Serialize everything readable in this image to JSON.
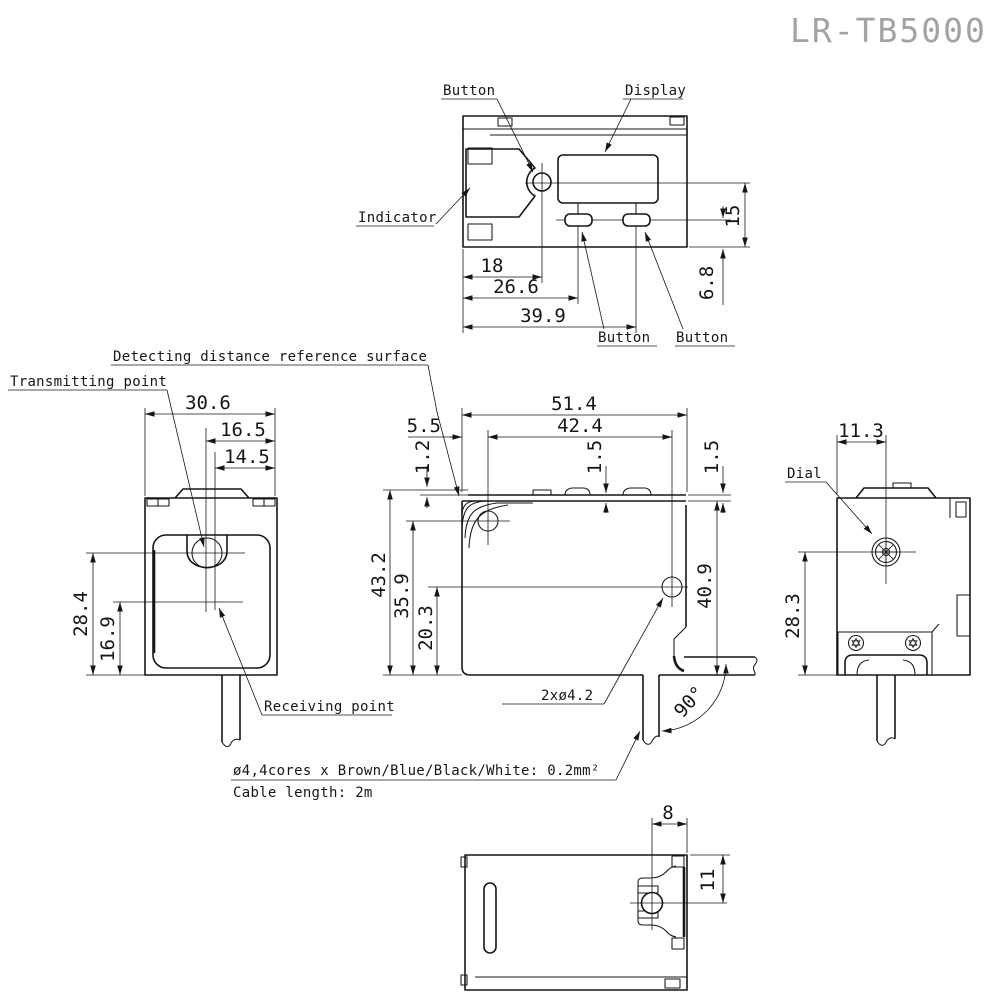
{
  "title": "LR-TB5000",
  "colors": {
    "line": "#161616",
    "title_gray": "#a3a3a3",
    "background": "#ffffff"
  },
  "top_view": {
    "labels": {
      "button_top": "Button",
      "display": "Display",
      "indicator": "Indicator",
      "button_left": "Button",
      "button_right": "Button"
    },
    "dims": {
      "d18": "18",
      "d26_6": "26.6",
      "d39_9": "39.9",
      "d15": "15",
      "d6_8": "6.8"
    }
  },
  "front_view": {
    "labels": {
      "detecting": "Detecting distance reference surface",
      "transmitting": "Transmitting point",
      "receiving": "Receiving point"
    },
    "dims": {
      "d30_6": "30.6",
      "d16_5": "16.5",
      "d14_5": "14.5",
      "d28_4": "28.4",
      "d16_9": "16.9"
    }
  },
  "side_view": {
    "labels": {
      "holes": "2xø4.2",
      "angle": "90°"
    },
    "dims": {
      "d51_4": "51.4",
      "d42_4": "42.4",
      "d5_5": "5.5",
      "d1_2": "1.2",
      "d1_5a": "1.5",
      "d1_5b": "1.5",
      "d43_2": "43.2",
      "d35_9": "35.9",
      "d20_3": "20.3",
      "d40_9": "40.9"
    }
  },
  "rear_view": {
    "labels": {
      "dial": "Dial"
    },
    "dims": {
      "d11_3": "11.3",
      "d28_3": "28.3"
    }
  },
  "bottom_view": {
    "dims": {
      "d8": "8",
      "d11": "11"
    }
  },
  "cable_note": {
    "line1": "ø4,4cores  x  Brown/Blue/Black/White: 0.2mm²",
    "line2": "Cable length: 2m"
  }
}
